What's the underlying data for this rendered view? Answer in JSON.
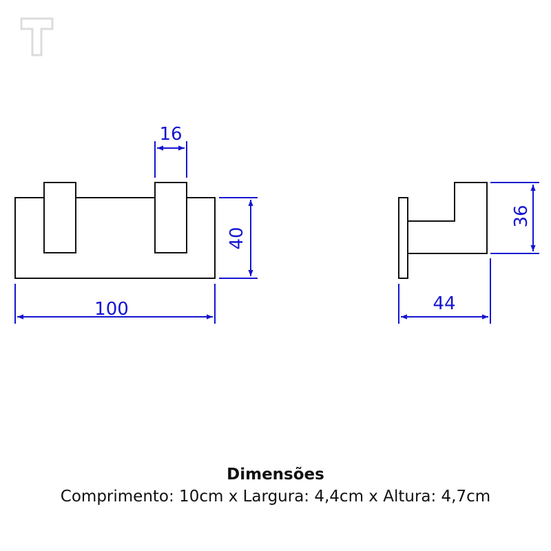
{
  "logo": {
    "letter": "T"
  },
  "colors": {
    "outline": "#111111",
    "dimension": "#1515d0",
    "logo": "#dcdcdc"
  },
  "front_view": {
    "dim_width": "100",
    "dim_height": "40",
    "dim_hook": "16"
  },
  "side_view": {
    "dim_depth": "44",
    "dim_height": "36"
  },
  "caption": {
    "title": "Dimensões",
    "details": "Comprimento: 10cm x Largura: 4,4cm x Altura: 4,7cm"
  }
}
